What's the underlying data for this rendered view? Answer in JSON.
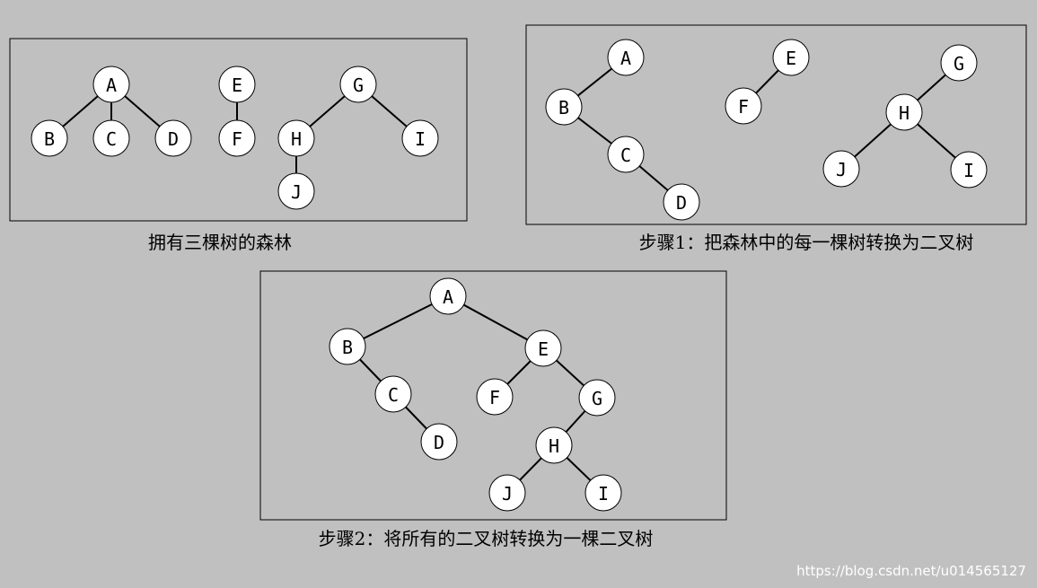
{
  "colors": {
    "background": "#c0c0c0",
    "node_fill": "#ffffff",
    "stroke": "#000000"
  },
  "panels": [
    {
      "id": "forest",
      "caption": "拥有三棵树的森林",
      "nodes": [
        "A",
        "B",
        "C",
        "D",
        "E",
        "F",
        "G",
        "H",
        "I",
        "J"
      ],
      "edges": [
        [
          "A",
          "B"
        ],
        [
          "A",
          "C"
        ],
        [
          "A",
          "D"
        ],
        [
          "E",
          "F"
        ],
        [
          "G",
          "H"
        ],
        [
          "G",
          "I"
        ],
        [
          "H",
          "J"
        ]
      ]
    },
    {
      "id": "step1",
      "caption": "步骤1：把森林中的每一棵树转换为二叉树",
      "nodes": [
        "A",
        "B",
        "C",
        "D",
        "E",
        "F",
        "G",
        "H",
        "J",
        "I"
      ],
      "edges": [
        [
          "A",
          "B"
        ],
        [
          "B",
          "C"
        ],
        [
          "C",
          "D"
        ],
        [
          "E",
          "F"
        ],
        [
          "G",
          "H"
        ],
        [
          "H",
          "J"
        ],
        [
          "H",
          "I"
        ]
      ]
    },
    {
      "id": "step2",
      "caption": "步骤2：将所有的二叉树转换为一棵二叉树",
      "nodes": [
        "A",
        "B",
        "C",
        "D",
        "E",
        "F",
        "G",
        "H",
        "J",
        "I"
      ],
      "edges": [
        [
          "A",
          "B"
        ],
        [
          "A",
          "E"
        ],
        [
          "B",
          "C"
        ],
        [
          "C",
          "D"
        ],
        [
          "E",
          "F"
        ],
        [
          "E",
          "G"
        ],
        [
          "G",
          "H"
        ],
        [
          "H",
          "J"
        ],
        [
          "H",
          "I"
        ]
      ]
    }
  ],
  "watermark": "https://blog.csdn.net/u014565127"
}
